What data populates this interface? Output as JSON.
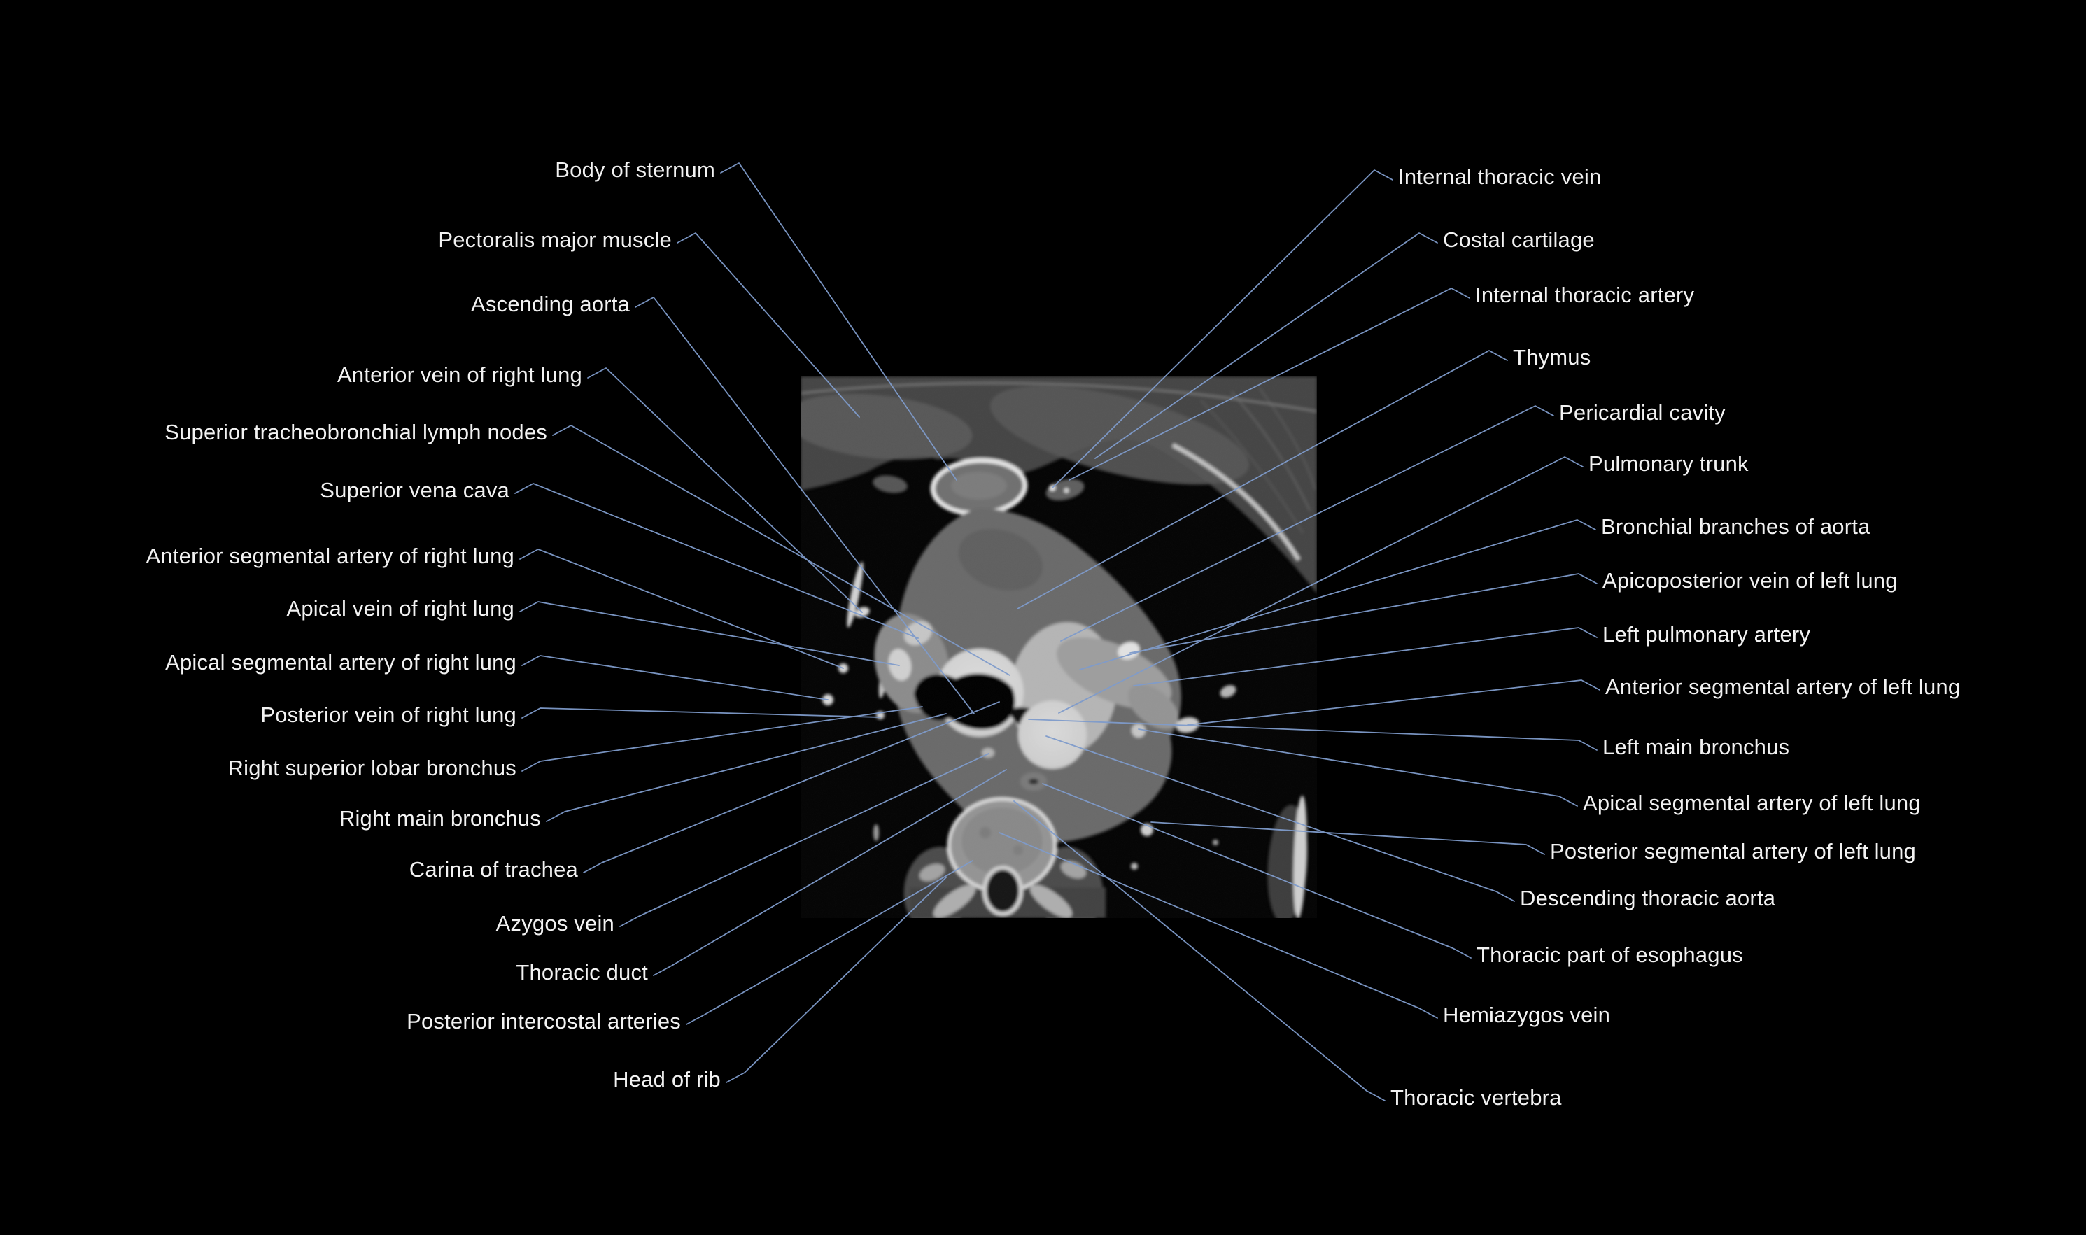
{
  "figure": {
    "type": "labeled-ct-anatomy-diagram",
    "modality_note": "axial chest CT slice with anatomical leader-line labels"
  },
  "colors": {
    "background": "#000000",
    "label_text": "#f2f2f2",
    "leader_line": "#7f9bcb"
  },
  "labels": {
    "left": [
      "Body of sternum",
      "Pectoralis major muscle",
      "Ascending aorta",
      "Anterior vein of right lung",
      "Superior tracheobronchial lymph nodes",
      "Superior vena cava",
      "Anterior segmental artery of right lung",
      "Apical vein of right lung",
      "Apical segmental artery of right lung",
      "Posterior vein of right lung",
      "Right superior lobar bronchus",
      "Right main bronchus",
      "Carina of trachea",
      "Azygos vein",
      "Thoracic duct",
      "Posterior intercostal arteries",
      "Head of rib"
    ],
    "right": [
      "Internal thoracic vein",
      "Costal cartilage",
      "Internal thoracic artery",
      "Thymus",
      "Pericardial cavity",
      "Pulmonary trunk",
      "Bronchial branches of aorta",
      "Apicoposterior vein of left lung",
      "Left pulmonary artery",
      "Anterior segmental artery of left lung",
      "Left main bronchus",
      "Apical segmental artery of left lung",
      "Posterior segmental artery of left lung",
      "Descending thoracic aorta",
      "Thoracic part of esophagus",
      "Hemiazygos vein",
      "Thoracic vertebra"
    ]
  }
}
